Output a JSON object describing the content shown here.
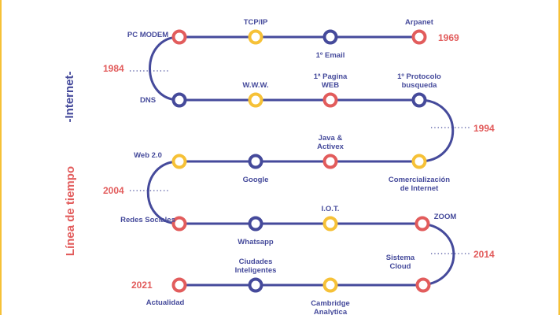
{
  "titles": {
    "internet": "-Internet-",
    "timeline": "Línea de tiempo"
  },
  "colors": {
    "navy": "#454A9B",
    "red": "#E25C5C",
    "yellow": "#F6C137"
  },
  "years": [
    {
      "text": "1969"
    },
    {
      "text": "1984"
    },
    {
      "text": "1994"
    },
    {
      "text": "2004"
    },
    {
      "text": "2014"
    },
    {
      "text": "2021"
    }
  ],
  "events": [
    {
      "lines": [
        "Arpanet"
      ],
      "color": "red"
    },
    {
      "lines": [
        "1º Email"
      ],
      "color": "navy"
    },
    {
      "lines": [
        "TCP/IP"
      ],
      "color": "yellow"
    },
    {
      "lines": [
        "PC MODEM"
      ],
      "color": "red"
    },
    {
      "lines": [
        "DNS"
      ],
      "color": "navy"
    },
    {
      "lines": [
        "W.W.W."
      ],
      "color": "yellow"
    },
    {
      "lines": [
        "1ª Pagina",
        "WEB"
      ],
      "color": "red"
    },
    {
      "lines": [
        "1º Protocolo",
        "busqueda"
      ],
      "color": "navy"
    },
    {
      "lines": [
        "Comercialización",
        "de Internet"
      ],
      "color": "yellow"
    },
    {
      "lines": [
        "Java &",
        "Activex"
      ],
      "color": "red"
    },
    {
      "lines": [
        "Google"
      ],
      "color": "navy"
    },
    {
      "lines": [
        "Web 2.0"
      ],
      "color": "yellow"
    },
    {
      "lines": [
        "Redes Sociales"
      ],
      "color": "red"
    },
    {
      "lines": [
        "Whatsapp"
      ],
      "color": "navy"
    },
    {
      "lines": [
        "I.O.T."
      ],
      "color": "yellow"
    },
    {
      "lines": [
        "ZOOM"
      ],
      "color": "red"
    },
    {
      "lines": [
        "Sistema",
        "Cloud"
      ],
      "color": "red"
    },
    {
      "lines": [
        "Cambridge",
        "Analytica"
      ],
      "color": "yellow"
    },
    {
      "lines": [
        "Ciudades",
        "Inteligentes"
      ],
      "color": "navy"
    },
    {
      "lines": [
        "Actualidad"
      ],
      "color": "red"
    }
  ]
}
